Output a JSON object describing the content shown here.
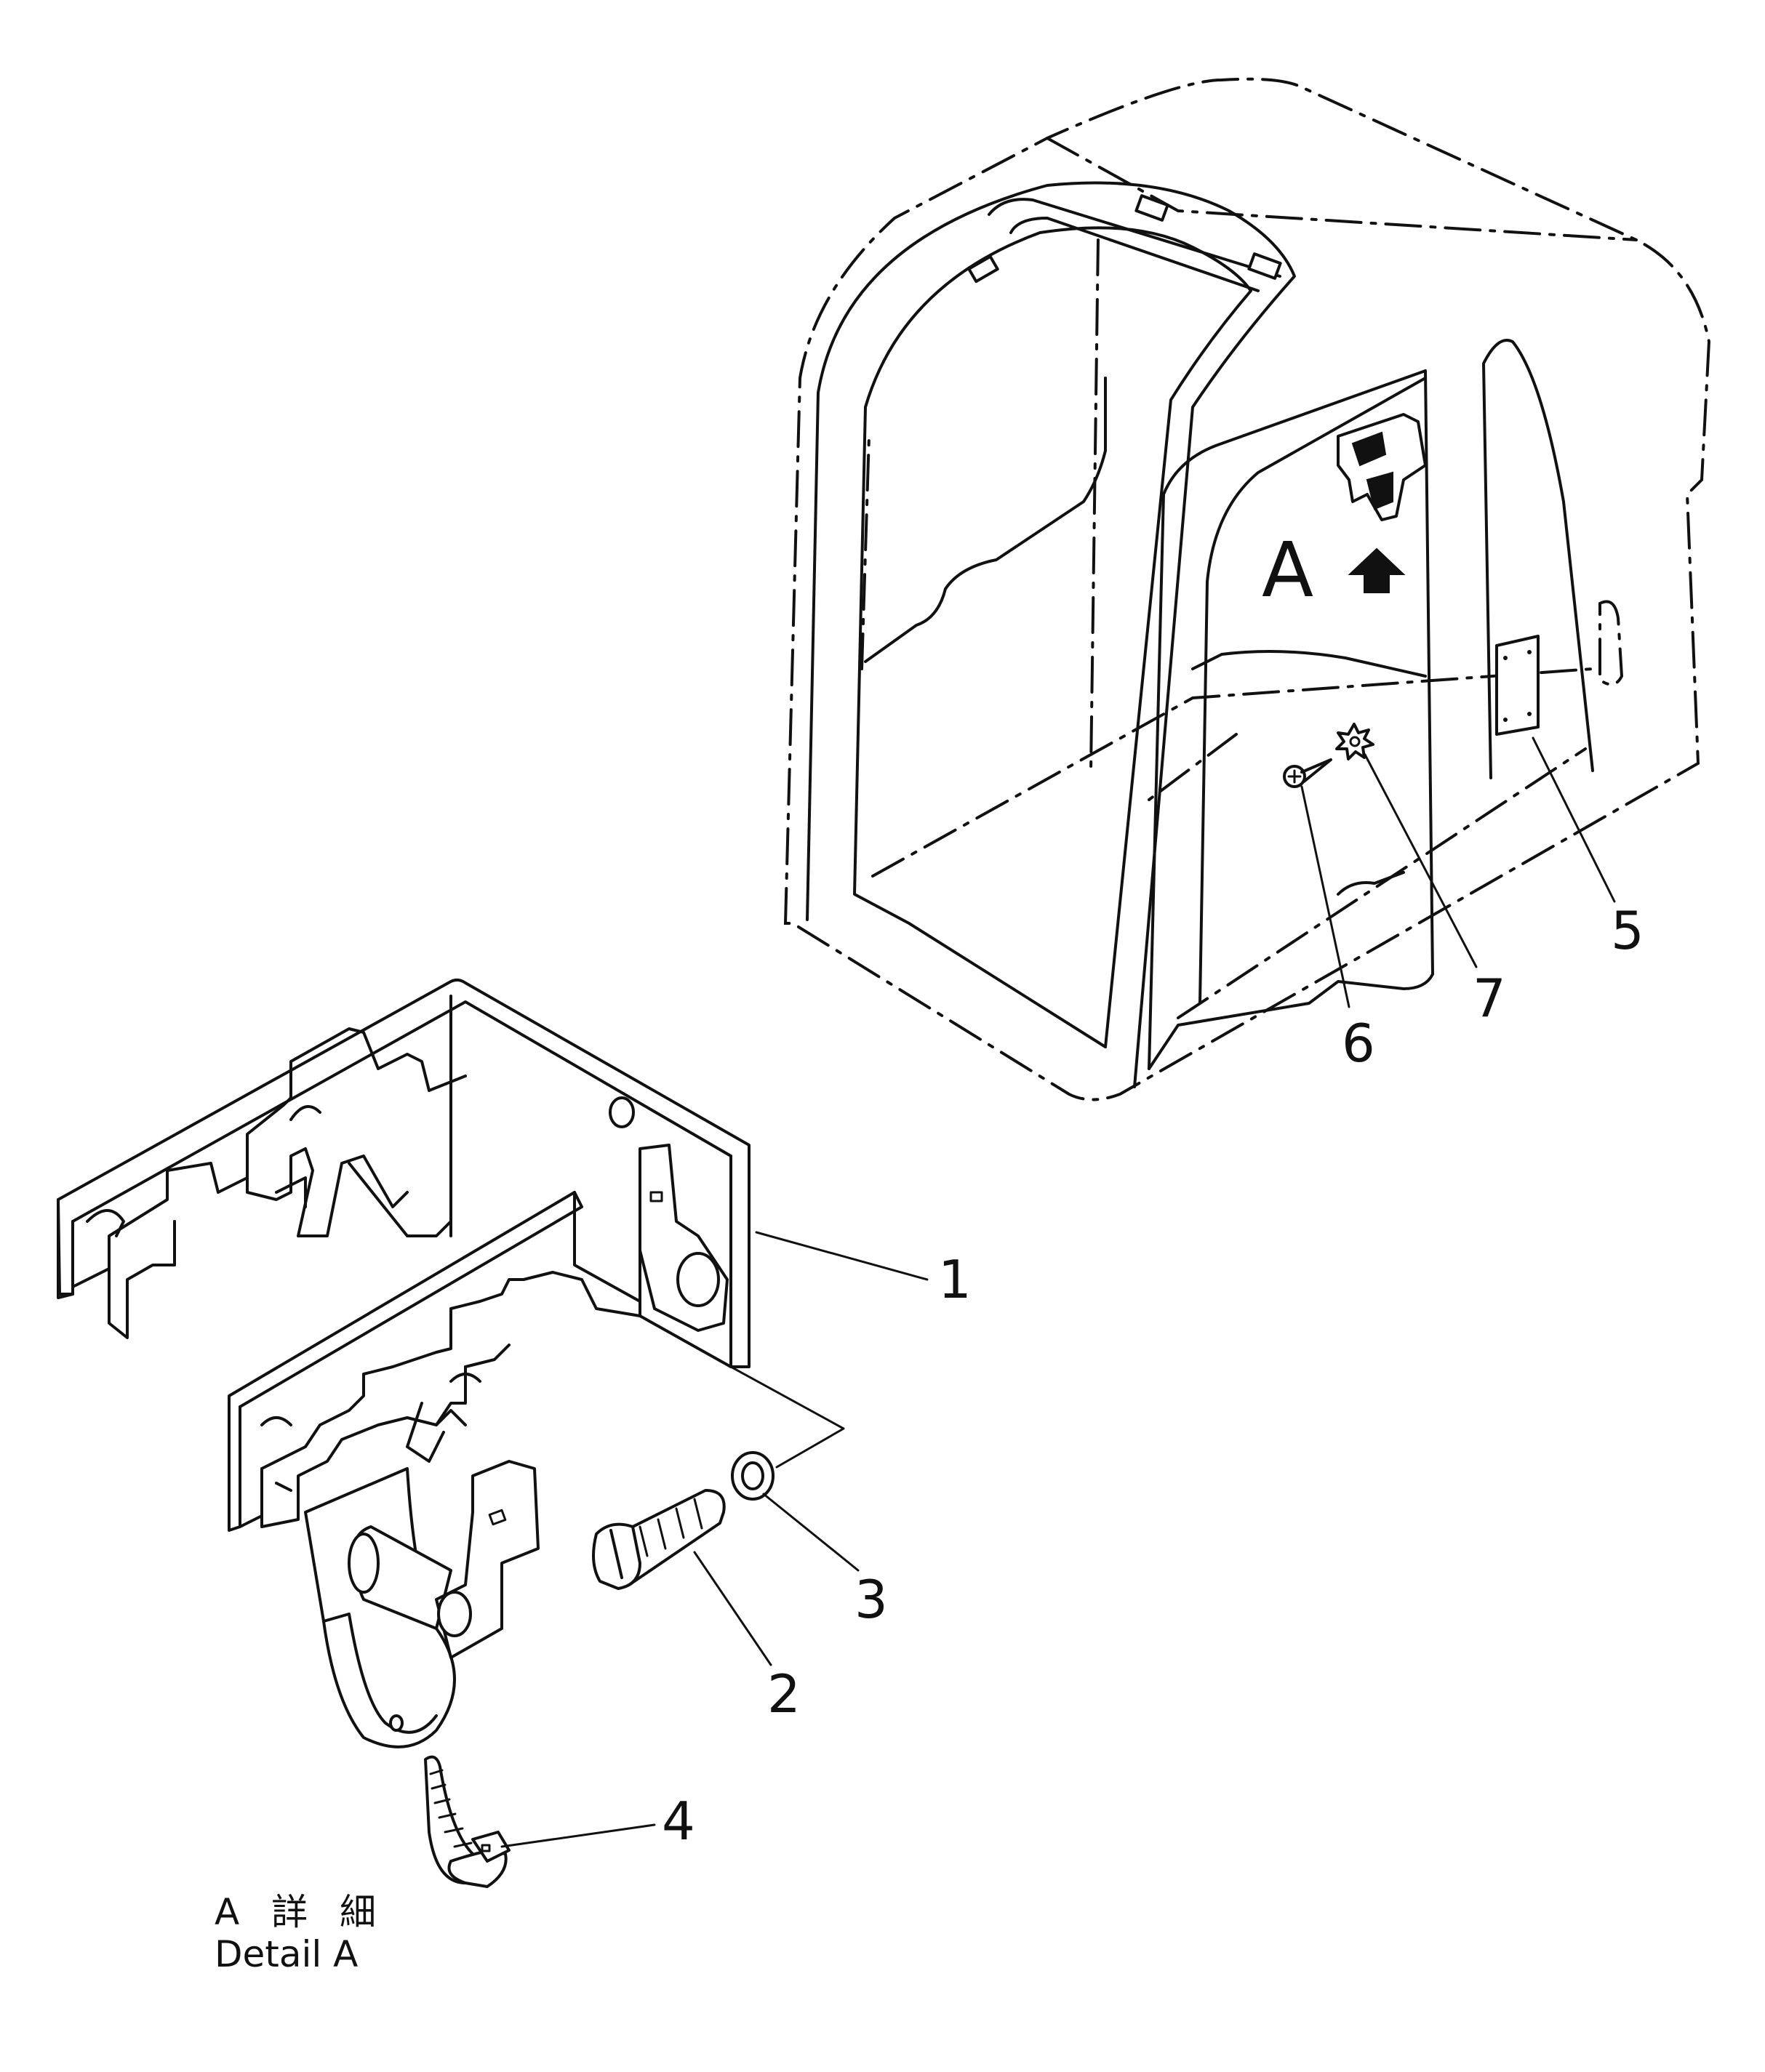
{
  "view_marker": "A",
  "callouts": [
    "1",
    "2",
    "3",
    "4",
    "5",
    "6",
    "7"
  ],
  "caption": {
    "line1": "A 詳 細",
    "line2": "Detail A"
  },
  "colors": {
    "ink": "#111111",
    "paper": "#ffffff"
  }
}
